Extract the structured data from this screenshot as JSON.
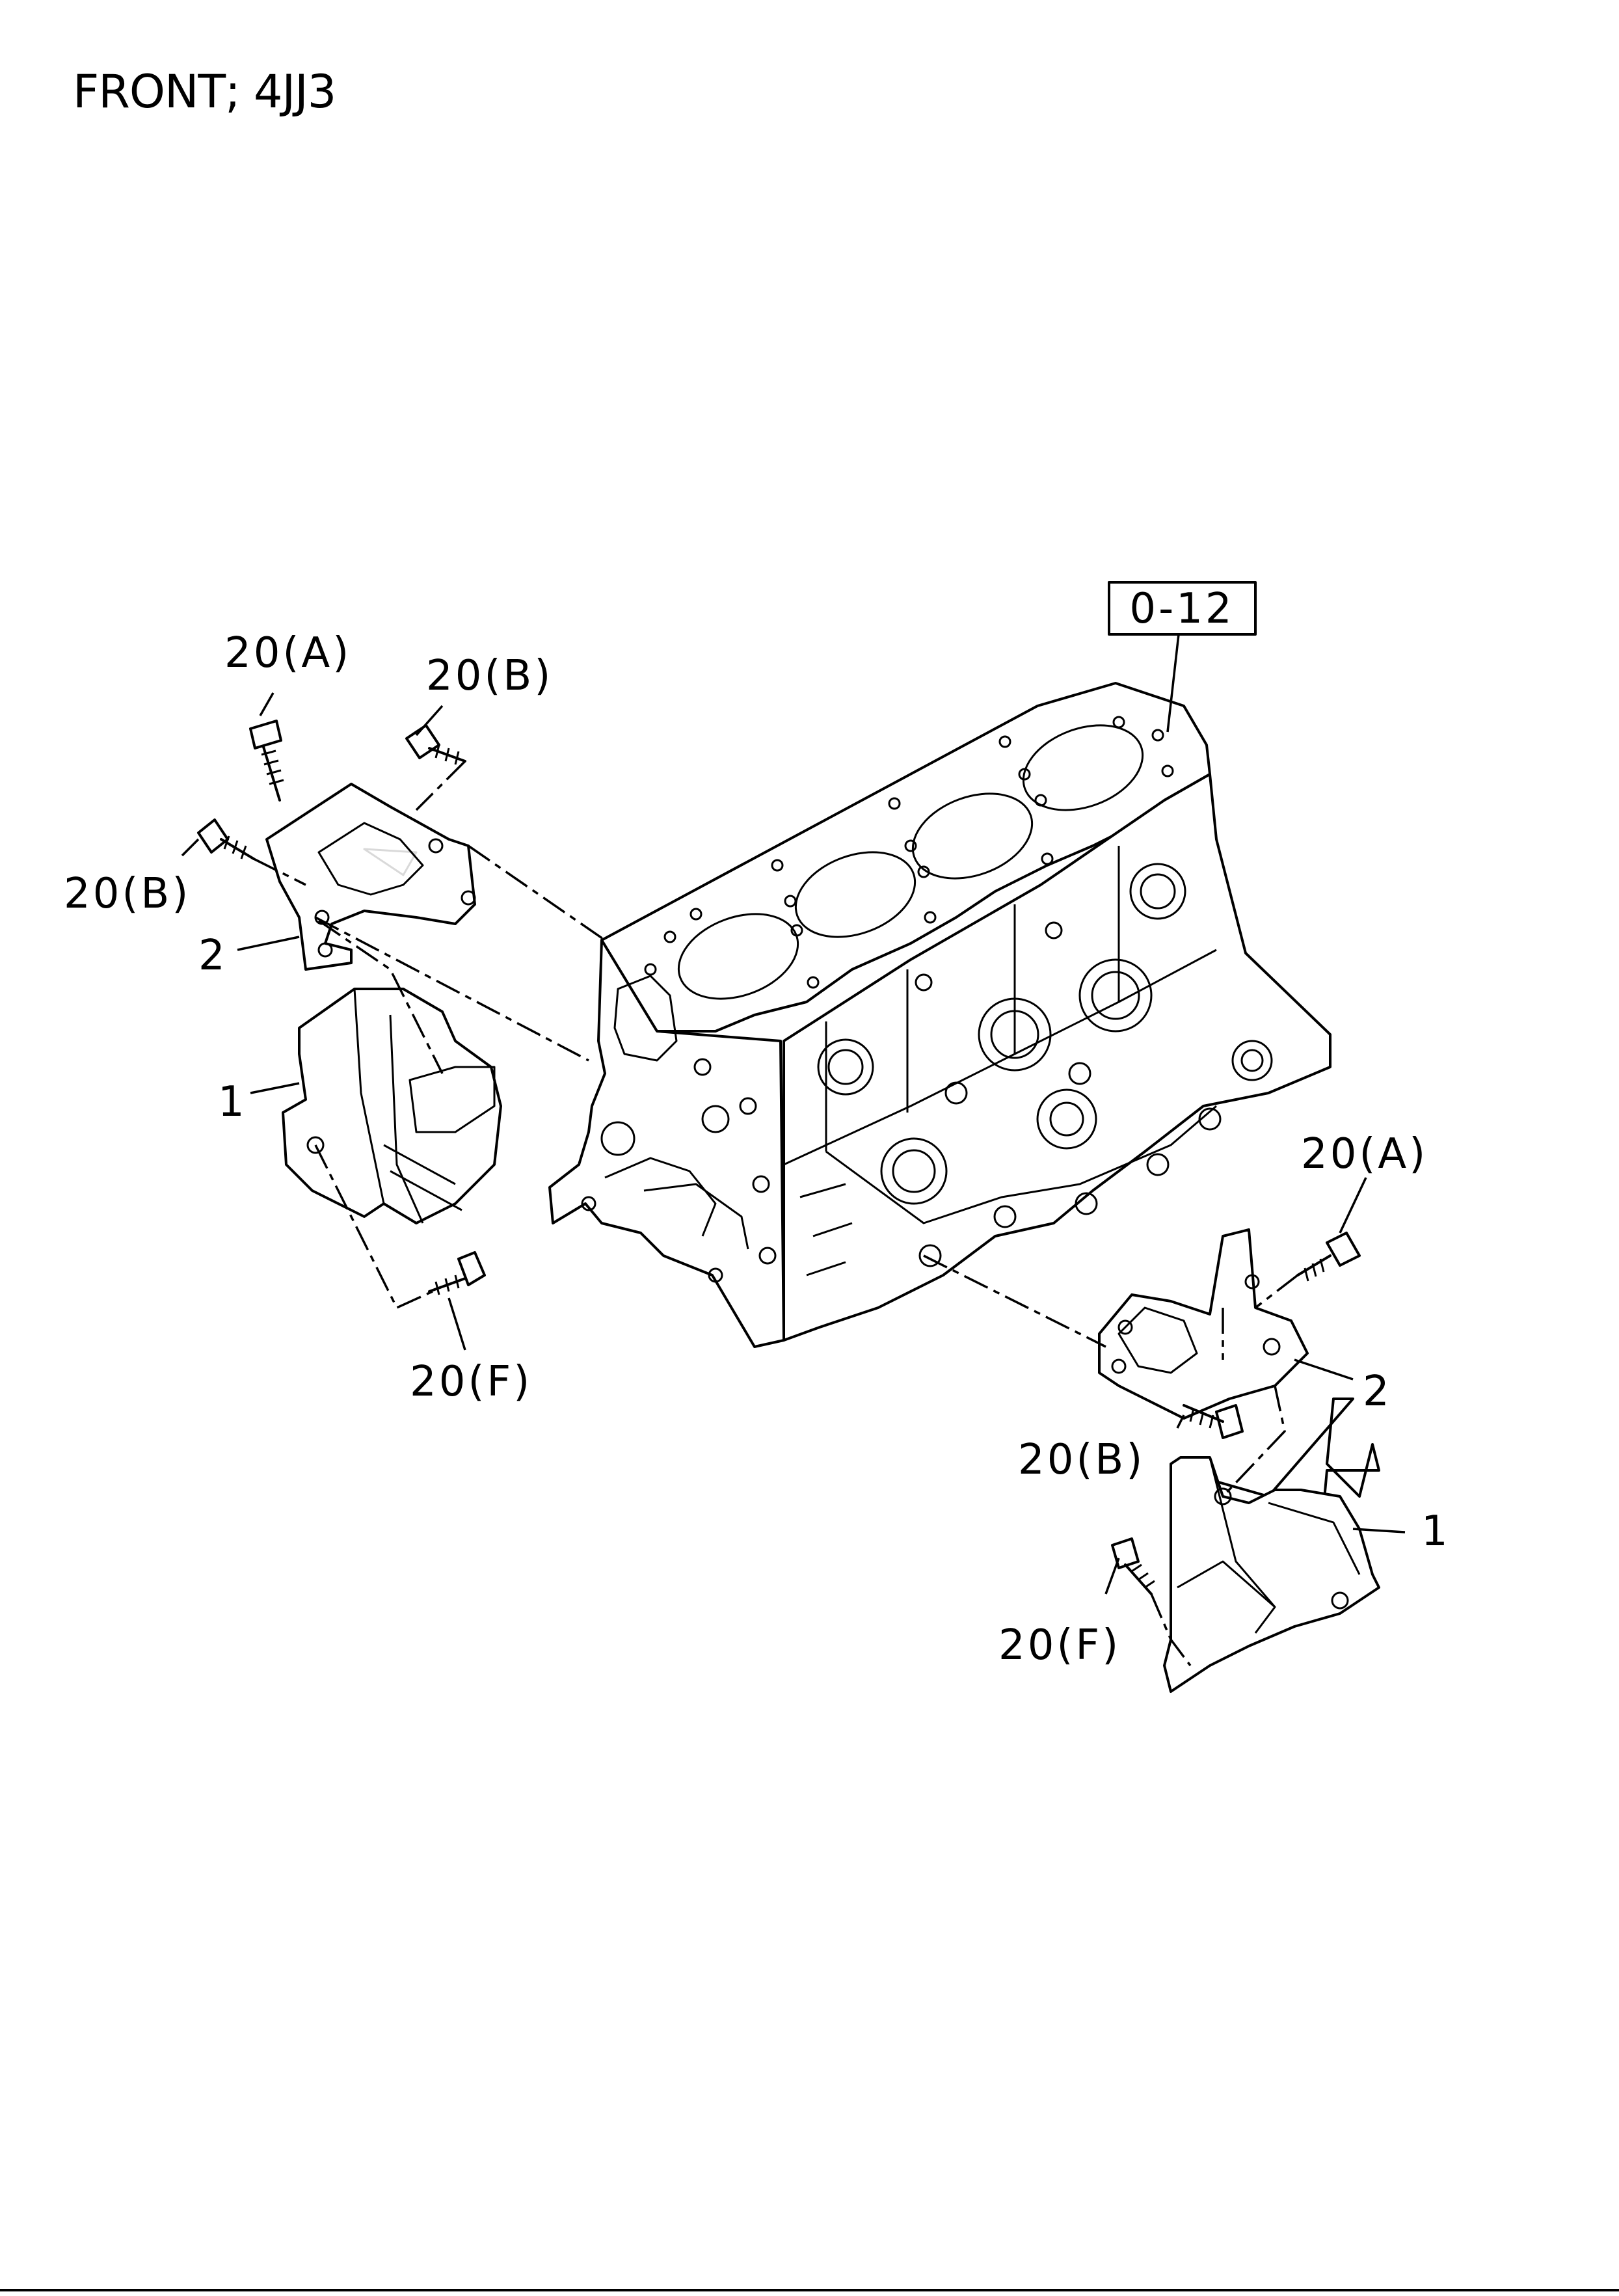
{
  "title": "FRONT; 4JJ3",
  "reference_box": "0-12",
  "callouts": {
    "left_bolt_a": "20(A)",
    "left_bolt_b_top": "20(B)",
    "left_bolt_b_side": "20(B)",
    "left_bracket": "2",
    "left_mount": "1",
    "left_bolt_f": "20(F)",
    "right_bolt_a": "20(A)",
    "right_bracket": "2",
    "right_bolt_b": "20(B)",
    "right_mount": "1",
    "right_bolt_f": "20(F)"
  }
}
